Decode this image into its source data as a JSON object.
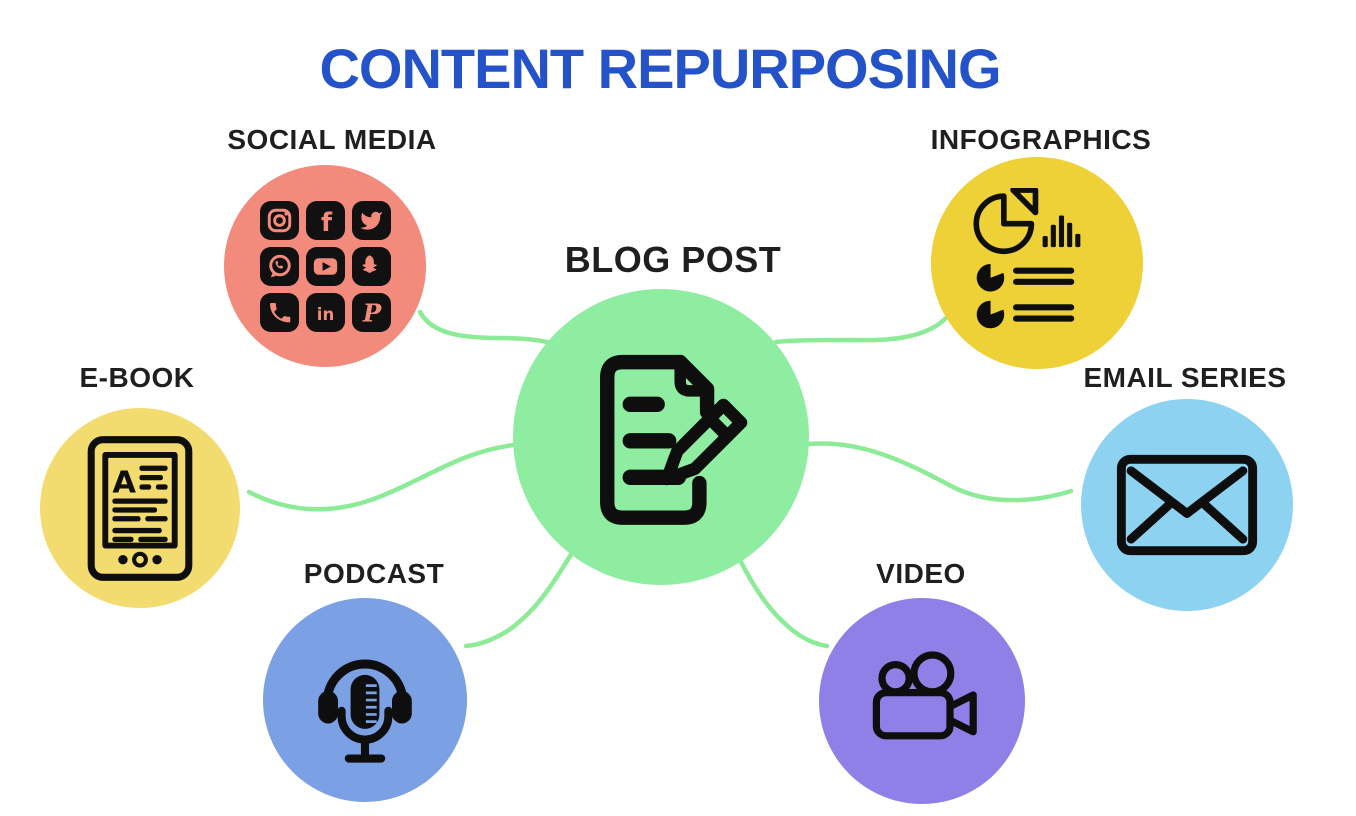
{
  "title": "CONTENT REPURPOSING",
  "colors": {
    "background": "#ffffff",
    "title_blue": "#2453c9",
    "label_black": "#1f1f1f",
    "icon_black": "#0e0e0e",
    "connector_green": "#8ceb97",
    "center_green": "#8feda2",
    "social_coral": "#f28b7c",
    "infographics_yellow": "#eed037",
    "ebook_yellow": "#f3dc6f",
    "email_blue": "#8dd3f1",
    "podcast_blue": "#7ba0e3",
    "video_purple": "#8f80e8"
  },
  "center_node": {
    "label": "BLOG POST",
    "icon": "document-pencil-icon"
  },
  "nodes": {
    "social": {
      "label": "SOCIAL MEDIA",
      "icon": "social-media-grid-icon",
      "platforms": [
        "Instagram",
        "Facebook",
        "Twitter",
        "WhatsApp",
        "YouTube",
        "Snapchat",
        "Phone",
        "LinkedIn",
        "Pinterest"
      ],
      "glyphs": {
        "facebook": "f",
        "linkedin": "in",
        "pinterest": "P"
      }
    },
    "infographics": {
      "label": "INFOGRAPHICS",
      "icon": "charts-icon"
    },
    "ebook": {
      "label": "E-BOOK",
      "icon": "ereader-icon",
      "screen_letter": "A"
    },
    "email": {
      "label": "EMAIL SERIES",
      "icon": "envelope-icon"
    },
    "podcast": {
      "label": "PODCAST",
      "icon": "microphone-headphones-icon"
    },
    "video": {
      "label": "VIDEO",
      "icon": "video-camera-icon"
    }
  }
}
